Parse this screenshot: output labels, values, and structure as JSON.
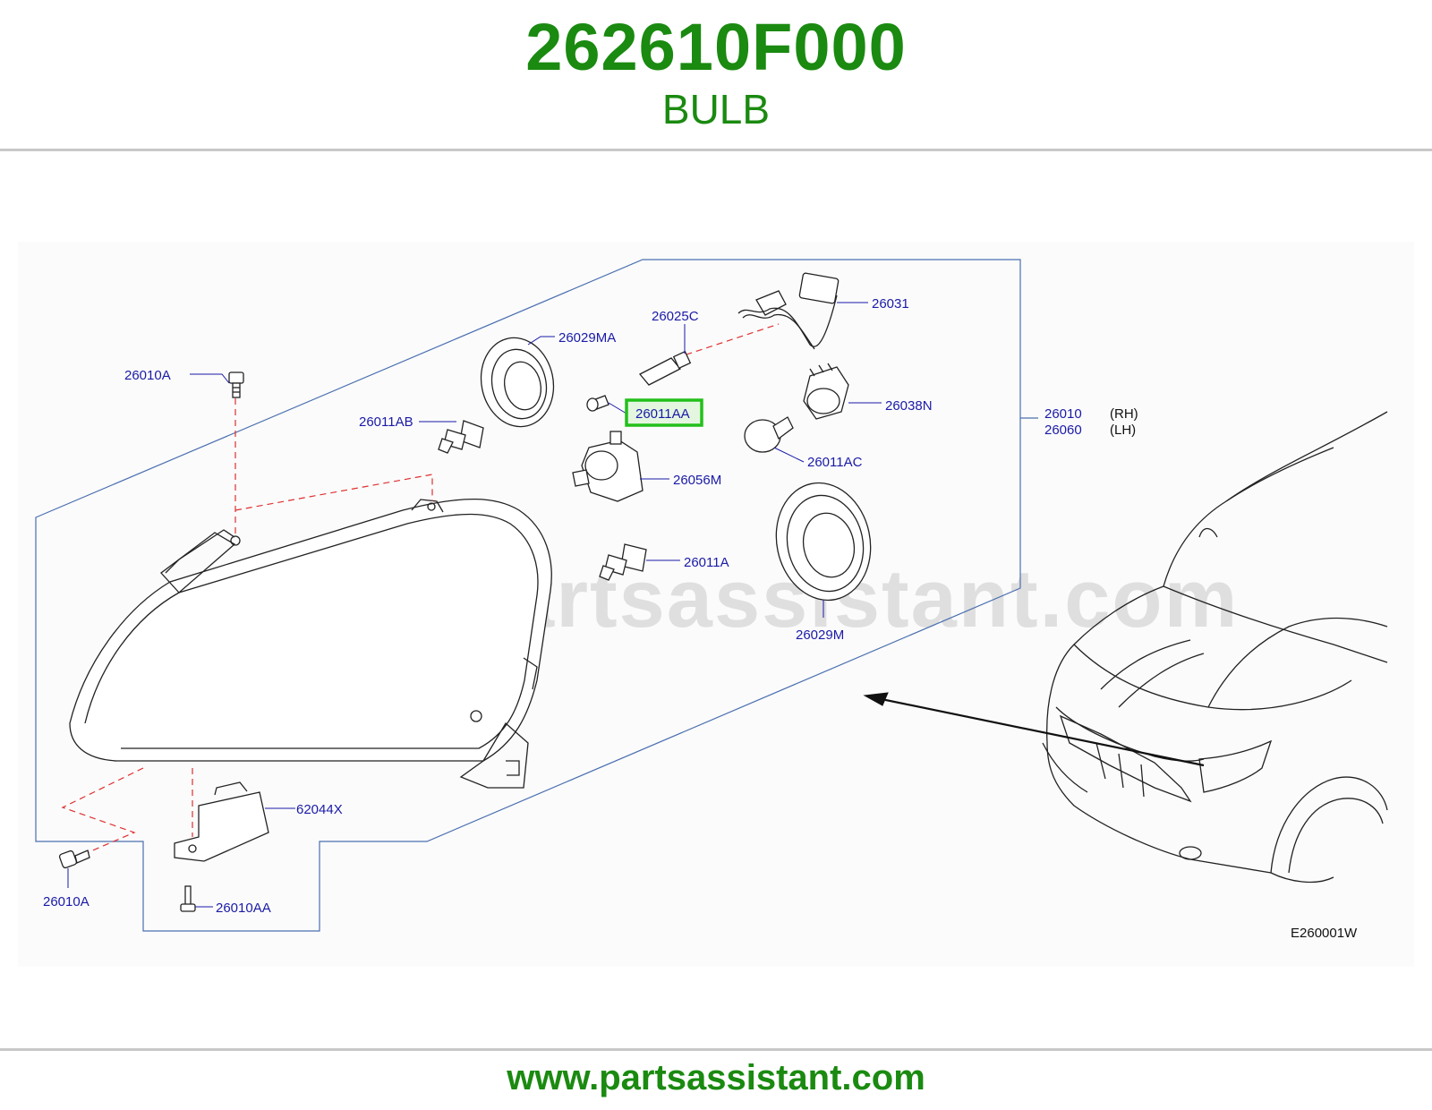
{
  "header": {
    "part_number": "262610F000",
    "part_name": "BULB"
  },
  "diagram": {
    "code": "E260001W",
    "watermark": "www.partsassistant.com",
    "highlighted_callout": "26011AA",
    "callouts": {
      "c_26010A_top": "26010A",
      "c_26011AB": "26011AB",
      "c_26029MA": "26029MA",
      "c_26025C": "26025C",
      "c_26031": "26031",
      "c_26011AA": "26011AA",
      "c_26038N": "26038N",
      "c_26010": "26010",
      "c_rh": "(RH)",
      "c_26060": "26060",
      "c_lh": "(LH)",
      "c_26011AC": "26011AC",
      "c_26056M": "26056M",
      "c_26011A": "26011A",
      "c_26029M": "26029M",
      "c_62044X": "62044X",
      "c_26010A_bottom": "26010A",
      "c_26010AA": "26010AA"
    }
  },
  "footer": {
    "url": "www.partsassistant.com"
  },
  "colors": {
    "brand_green": "#1a8a10",
    "callout_blue": "#1a1aa8",
    "highlight_box": "#22c01a",
    "frame_blue": "#4a6fb0",
    "dashed_red": "#e03030"
  }
}
